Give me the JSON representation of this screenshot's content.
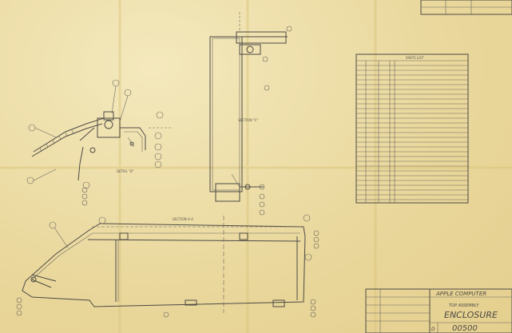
{
  "drawing": {
    "labels": {
      "detail_b": "DETAIL \"B\"",
      "section_c": "SECTION \"C\"",
      "section_aa": "SECTION A-A",
      "parts_list": "PARTS LIST"
    },
    "title_block": {
      "company": "APPLE COMPUTER",
      "subtitle": "TOP ASSEMBLY",
      "title": "ENCLOSURE",
      "size": "D",
      "number": "00500"
    }
  },
  "colors": {
    "paper": "#efe2ad",
    "ink": "#4d4a45"
  }
}
